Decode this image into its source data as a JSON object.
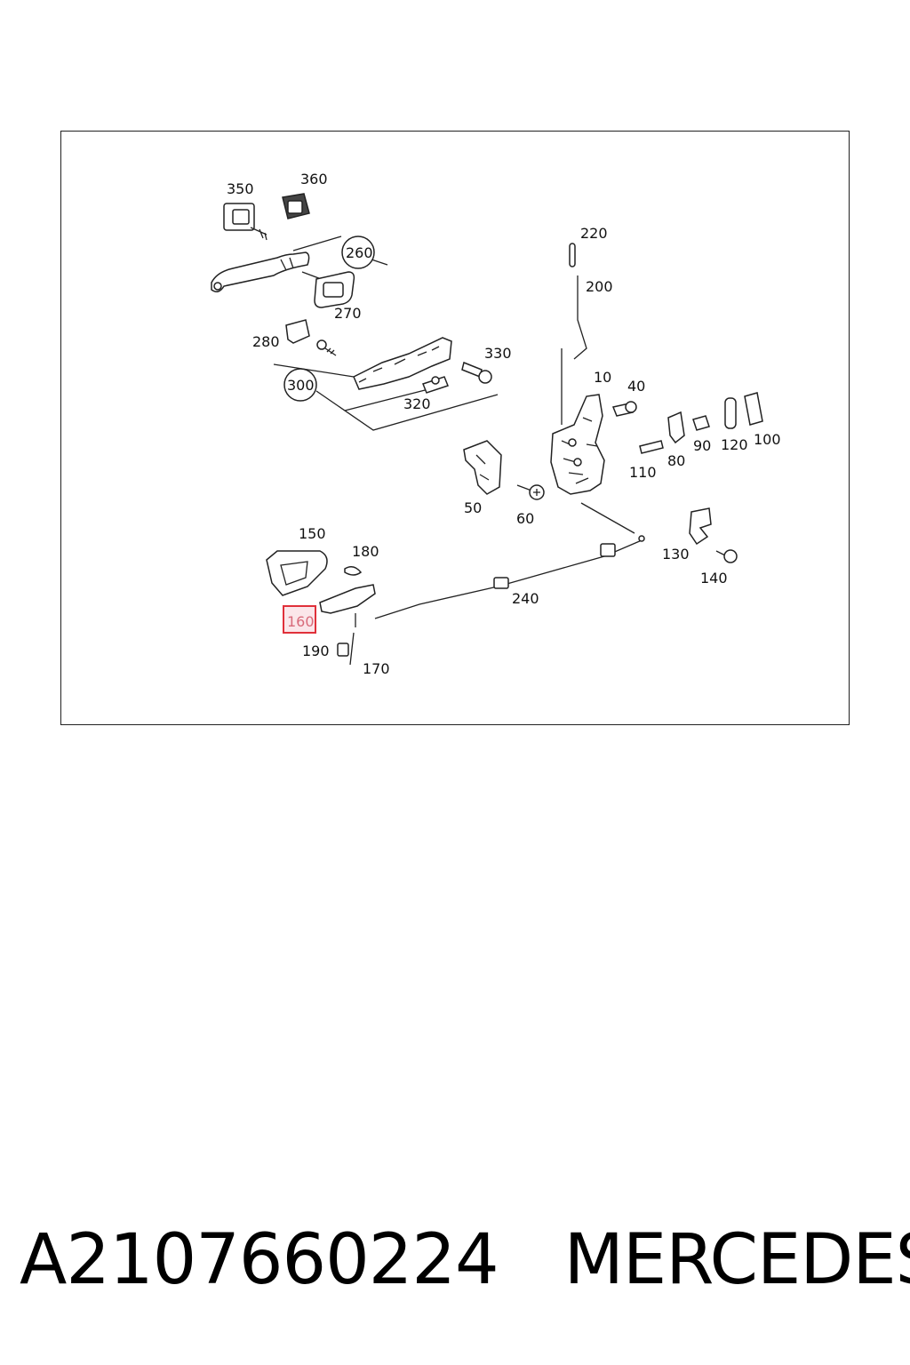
{
  "labels": {
    "p10": "10",
    "p40": "40",
    "p50": "50",
    "p60": "60",
    "p80": "80",
    "p90": "90",
    "p100": "100",
    "p110": "110",
    "p120": "120",
    "p130": "130",
    "p140": "140",
    "p150": "150",
    "p160": "160",
    "p170": "170",
    "p180": "180",
    "p190": "190",
    "p200": "200",
    "p220": "220",
    "p240": "240",
    "p260": "260",
    "p270": "270",
    "p280": "280",
    "p300": "300",
    "p320": "320",
    "p330": "330",
    "p350": "350",
    "p360": "360"
  },
  "highlight": {
    "part": "160",
    "color": "#e0303a"
  },
  "footer": {
    "part_number": "A2107660224",
    "brand": "MERCEDES"
  }
}
